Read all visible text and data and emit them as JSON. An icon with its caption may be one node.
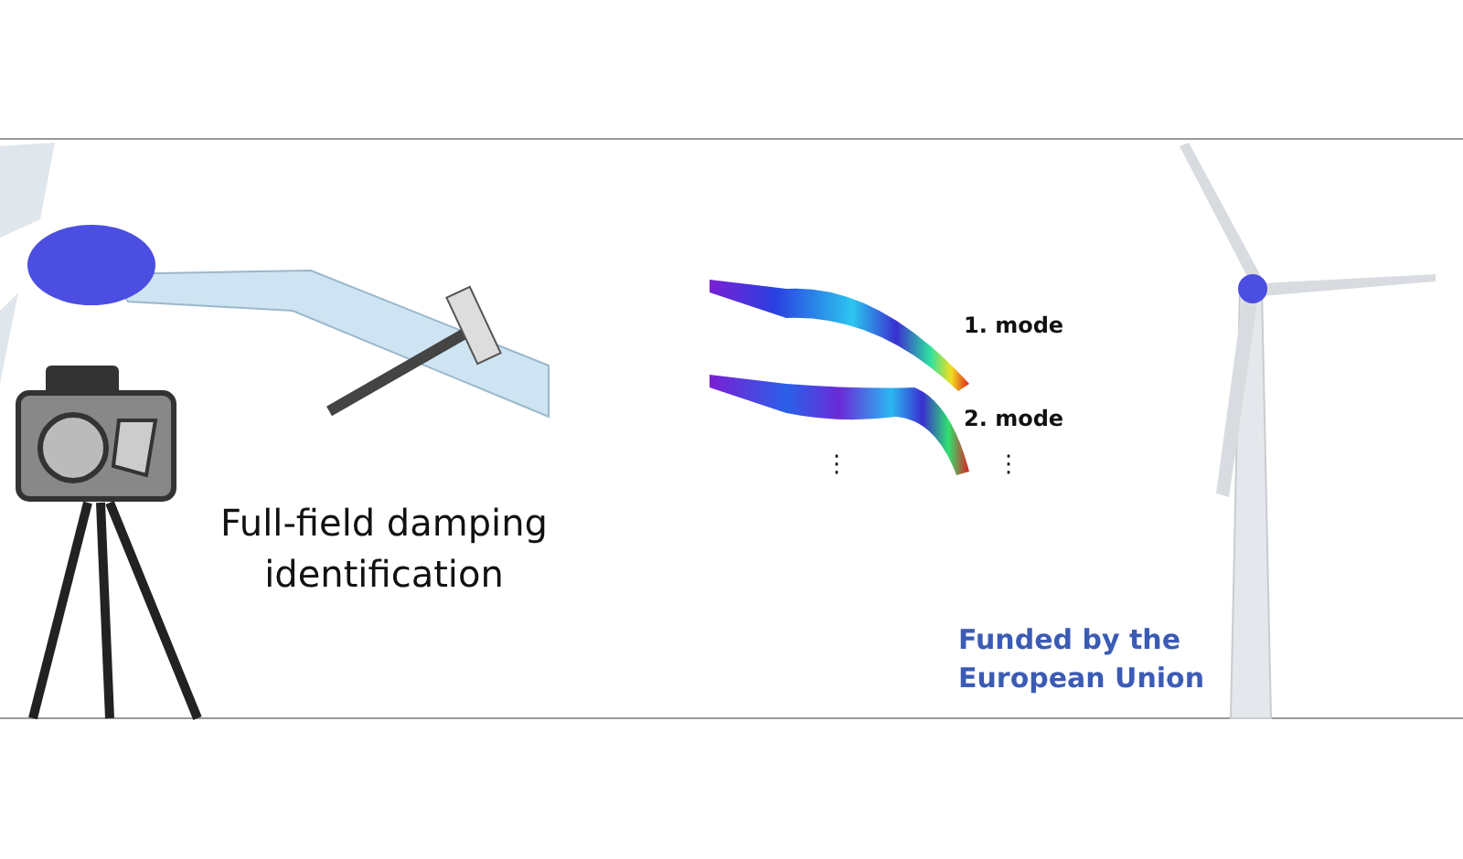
{
  "diagram": {
    "labels": [
      "1. mode",
      "2. mode",
      "⋮",
      "⋮",
      "Full-field damping identification",
      "Funded by the European Union"
    ]
  }
}
